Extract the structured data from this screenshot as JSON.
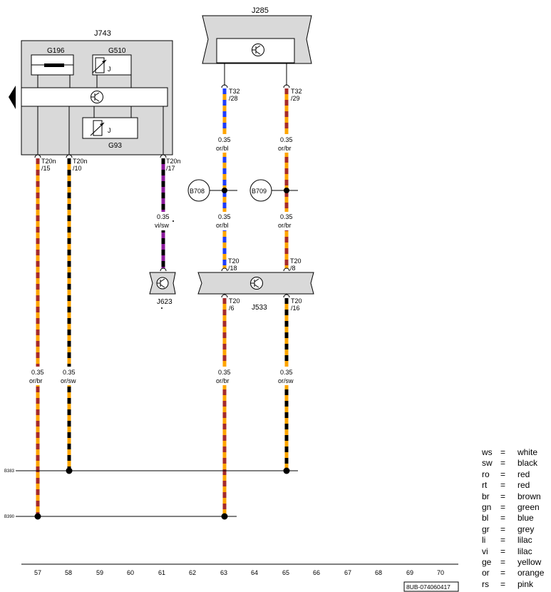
{
  "components": {
    "J743": "J743",
    "J285": "J285",
    "J533": "J533",
    "J623": "J623",
    "G196": "G196",
    "G510": "G510",
    "G93": "G93",
    "J": "J",
    "B708": "B708",
    "B709": "B709"
  },
  "pins": {
    "w57": [
      "T20n",
      "/15"
    ],
    "w58": [
      "T20n",
      "/10"
    ],
    "w61": [
      "T20n",
      "/17"
    ],
    "w63_top": [
      "T32",
      "/28"
    ],
    "w65_top": [
      "T32",
      "/29"
    ],
    "w63_mid": [
      "T20",
      "/18"
    ],
    "w65_mid": [
      "T20",
      "/8"
    ],
    "w63_bot": [
      "T20",
      "/6"
    ],
    "w65_bot": [
      "T20",
      "/16"
    ]
  },
  "wire_labels": {
    "w57": [
      "0.35",
      "or/br"
    ],
    "w58": [
      "0.35",
      "or/sw"
    ],
    "w61": [
      "0.35",
      "vi/sw"
    ],
    "w63_a": [
      "0.35",
      "or/bl"
    ],
    "w63_b": [
      "0.35",
      "or/bl"
    ],
    "w63_c": [
      "0.35",
      "or/br"
    ],
    "w65_a": [
      "0.35",
      "or/br"
    ],
    "w65_b": [
      "0.35",
      "or/br"
    ],
    "w65_c": [
      "0.35",
      "or/sw"
    ]
  },
  "buses": {
    "upper": "B383",
    "lower": "B390"
  },
  "ruler": [
    "57",
    "58",
    "59",
    "60",
    "61",
    "62",
    "63",
    "64",
    "65",
    "66",
    "67",
    "68",
    "69",
    "70"
  ],
  "doc_code": "8UB-074060417",
  "legend": [
    {
      "code": "ws",
      "eq": "=",
      "color": "white"
    },
    {
      "code": "sw",
      "eq": "=",
      "color": "black"
    },
    {
      "code": "ro",
      "eq": "=",
      "color": "red"
    },
    {
      "code": "rt",
      "eq": "=",
      "color": "red"
    },
    {
      "code": "br",
      "eq": "=",
      "color": "brown"
    },
    {
      "code": "gn",
      "eq": "=",
      "color": "green"
    },
    {
      "code": "bl",
      "eq": "=",
      "color": "blue"
    },
    {
      "code": "gr",
      "eq": "=",
      "color": "grey"
    },
    {
      "code": "li",
      "eq": "=",
      "color": "lilac"
    },
    {
      "code": "vi",
      "eq": "=",
      "color": "lilac"
    },
    {
      "code": "ge",
      "eq": "=",
      "color": "yellow"
    },
    {
      "code": "or",
      "eq": "=",
      "color": "orange"
    },
    {
      "code": "rs",
      "eq": "=",
      "color": "pink"
    }
  ],
  "colors": {
    "orange": "#ffa500",
    "brown": "#a52a2a",
    "black": "#000000",
    "blue": "#1e3cff",
    "violet": "#8b1a9b",
    "module_fill": "#d9d9d9"
  }
}
